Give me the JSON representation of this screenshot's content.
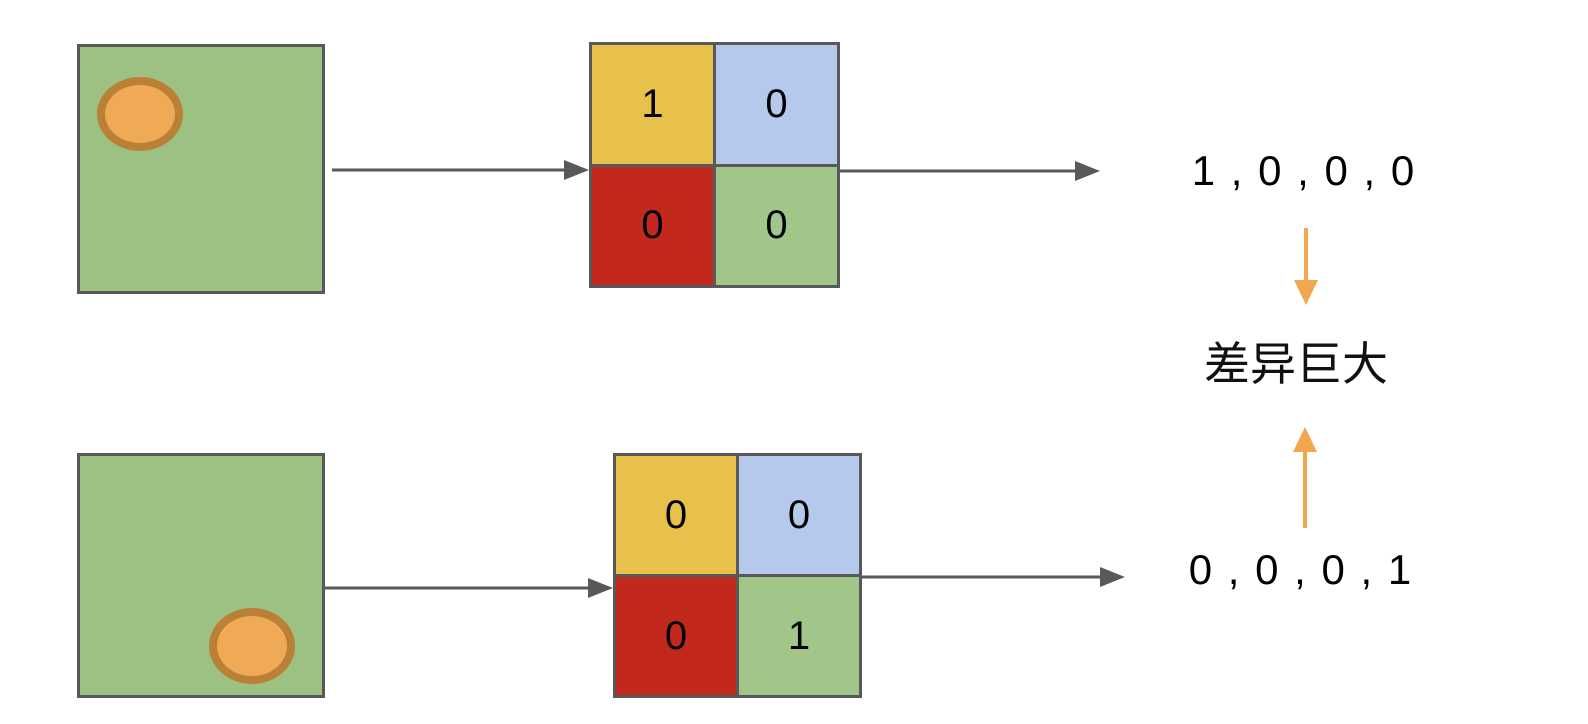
{
  "diagram": {
    "top_row": {
      "image_description": "green square with orange circle at top-left",
      "grid_values": {
        "top_left": "1",
        "top_right": "0",
        "bottom_left": "0",
        "bottom_right": "0"
      },
      "sequence": "1 , 0 , 0 , 0"
    },
    "bottom_row": {
      "image_description": "green square with orange circle at bottom-right",
      "grid_values": {
        "top_left": "0",
        "top_right": "0",
        "bottom_left": "0",
        "bottom_right": "1"
      },
      "sequence": "0 , 0 , 0 , 1"
    },
    "comparison_label": "差异巨大"
  },
  "icons": {
    "right_arrow": "right-arrow-icon",
    "down_arrow": "down-arrow-icon",
    "up_arrow": "up-arrow-icon",
    "circle_blob": "orange-circle-icon"
  },
  "colors": {
    "square_green": "#9CC183",
    "cell_yellow": "#E8C14C",
    "cell_blue": "#B4C9EC",
    "cell_red": "#C2281C",
    "cell_green": "#A2C689",
    "circle_fill": "#F0A954",
    "circle_border": "#BA8136",
    "arrow_gray": "#595959",
    "arrow_orange": "#F2A64E",
    "border_gray": "#595959",
    "text_black": "#000000",
    "background": "#FFFFFF"
  }
}
